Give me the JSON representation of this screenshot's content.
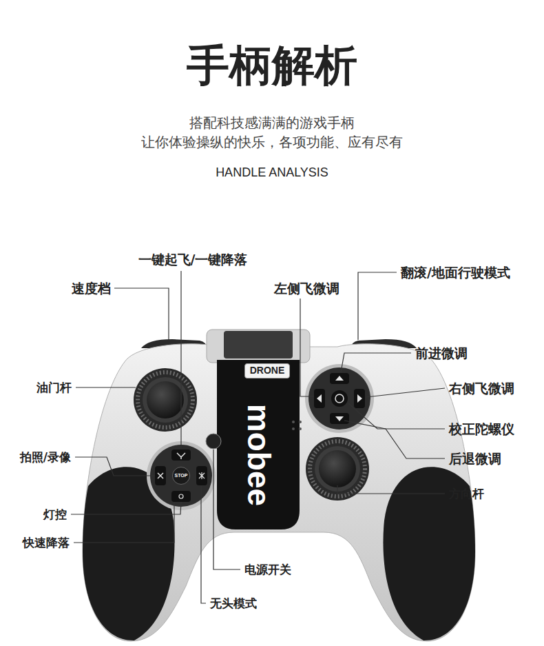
{
  "diagram": {
    "title": "手柄解析",
    "nodes": [
      {
        "text": [
          "DRONE"
        ]
      },
      {
        "text": [
          "STOP"
        ]
      }
    ],
    "labels": [
      "搭配科技感满满的游戏手柄",
      "让你体验操纵的快乐，各项功能、应有尽有",
      "HANDLE ANALYSIS",
      "一键起飞/一键降落",
      "翻滚/地面行驶模式",
      "速度档",
      "左侧飞微调",
      "前进微调",
      "油门杆",
      "右侧飞微调",
      "校正陀螺仪",
      "mobee",
      "拍照/录像",
      "后退微调",
      "方向杆",
      "灯控",
      "快速降落",
      "电源开关",
      "无头模式"
    ]
  }
}
